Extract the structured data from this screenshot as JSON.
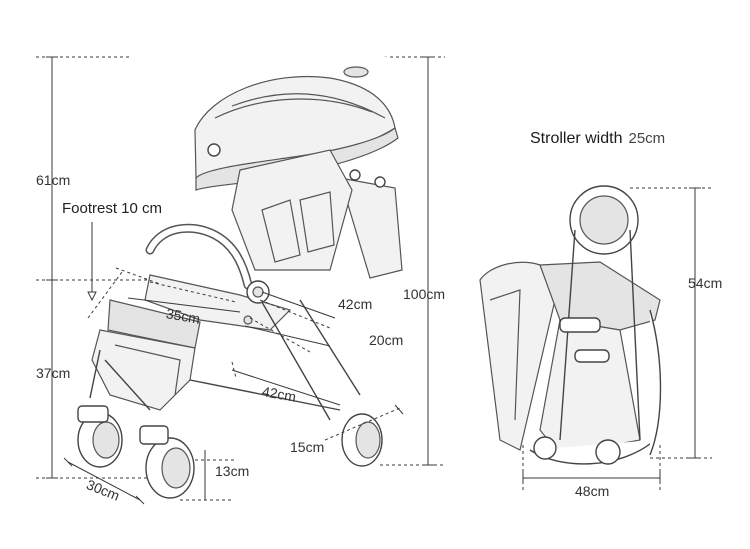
{
  "labels": {
    "stroller_width_title": "Stroller width",
    "stroller_width_value": "25cm",
    "footrest": "Footrest 10 cm",
    "height_upper": "61cm",
    "height_lower": "37cm",
    "height_total": "100cm",
    "seat_width": "35cm",
    "backrest_42": "42cm",
    "seat_depth_20": "20cm",
    "base_42": "42cm",
    "rear_wheel_15": "15cm",
    "front_wheel_13": "13cm",
    "wheelbase_30": "30cm",
    "folded_height": "54cm",
    "folded_length": "48cm"
  }
}
